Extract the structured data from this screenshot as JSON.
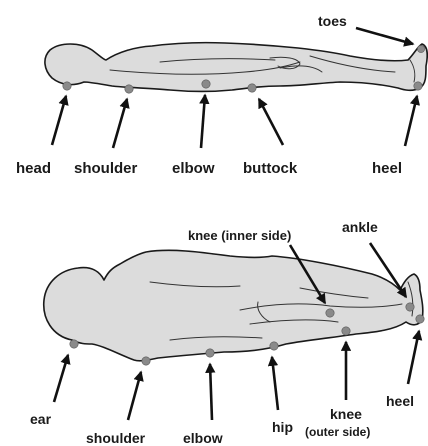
{
  "supine": {
    "labels": {
      "toes": "toes",
      "head": "head",
      "shoulder": "shoulder",
      "elbow": "elbow",
      "buttock": "buttock",
      "heel": "heel"
    }
  },
  "side": {
    "labels": {
      "knee_inner": "knee (inner side)",
      "ankle": "ankle",
      "ear": "ear",
      "shoulder": "shoulder",
      "elbow": "elbow",
      "hip": "hip",
      "knee": "knee",
      "knee_outer": "(outer side)",
      "heel": "heel"
    }
  },
  "colors": {
    "body": "#dcdcdc",
    "pressure_point": "#8a8a8a",
    "arrow": "#111111"
  }
}
